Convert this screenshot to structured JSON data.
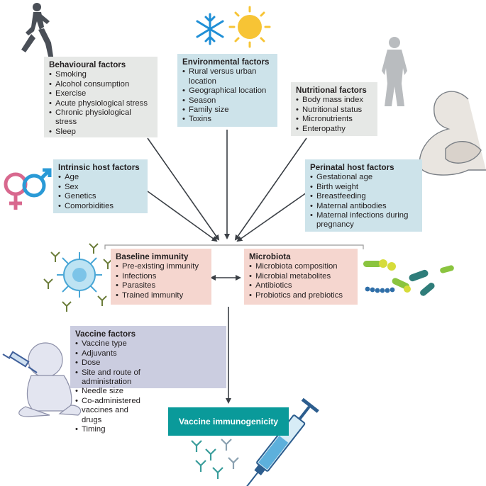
{
  "behavioural": {
    "title": "Behavioural factors",
    "items": [
      "Smoking",
      "Alcohol consumption",
      "Exercise",
      "Acute physiological stress",
      "Chronic physiological stress",
      "Sleep"
    ]
  },
  "environmental": {
    "title": "Environmental factors",
    "items": [
      "Rural versus urban location",
      "Geographical location",
      "Season",
      "Family size",
      "Toxins"
    ]
  },
  "nutritional": {
    "title": "Nutritional factors",
    "items": [
      "Body mass index",
      "Nutritional status",
      "Micronutrients",
      "Enteropathy"
    ]
  },
  "intrinsic": {
    "title": "Intrinsic host factors",
    "items": [
      "Age",
      "Sex",
      "Genetics",
      "Comorbidities"
    ]
  },
  "perinatal": {
    "title": "Perinatal host factors",
    "items": [
      "Gestational age",
      "Birth weight",
      "Breastfeeding",
      "Maternal antibodies",
      "Maternal infections during pregnancy"
    ]
  },
  "baseline": {
    "title": "Baseline immunity",
    "items": [
      "Pre-existing immunity",
      "Infections",
      "Parasites",
      "Trained immunity"
    ]
  },
  "microbiota": {
    "title": "Microbiota",
    "items": [
      "Microbiota composition",
      "Microbial metabolites",
      "Antibiotics",
      "Probiotics and prebiotics"
    ]
  },
  "vaccine": {
    "title": "Vaccine factors",
    "items_left": [
      "Vaccine type",
      "Adjuvants",
      "Dose",
      "Site and route of administration"
    ],
    "items_right": [
      "Needle size",
      "Co-administered vaccines and drugs",
      "Timing"
    ]
  },
  "outcome": {
    "label": "Vaccine immunogenicity"
  },
  "colors": {
    "gray_box": "#e6e8e6",
    "blue_box": "#cde3ea",
    "pink_box": "#f5d6cf",
    "purple_box": "#cbcde0",
    "outcome": "#0a9a9a",
    "arrow": "#3a3f45"
  }
}
